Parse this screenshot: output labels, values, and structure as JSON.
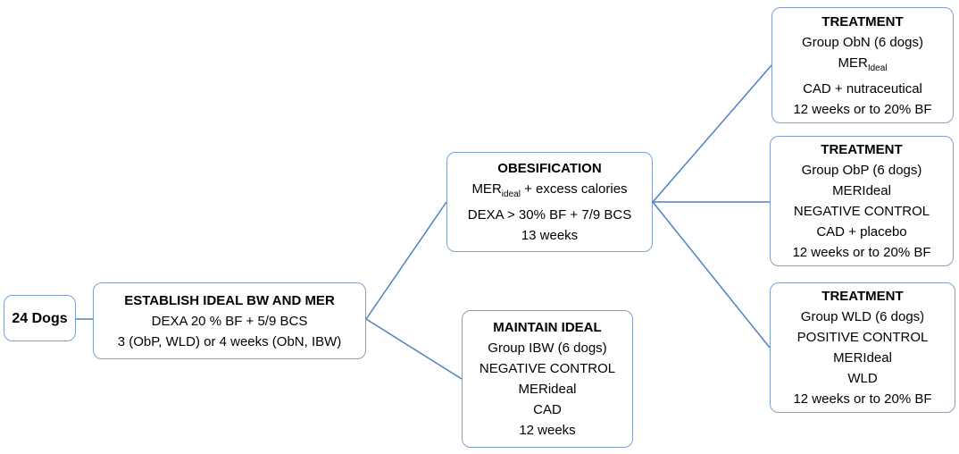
{
  "start": {
    "title": "24 Dogs"
  },
  "establish": {
    "title": "ESTABLISH IDEAL BW AND MER",
    "lines": [
      "DEXA 20 % BF + 5/9 BCS",
      "3 (ObP, WLD) or 4 weeks (ObN, IBW)"
    ]
  },
  "obesification": {
    "title": "OBESIFICATION",
    "mer_main": "MER",
    "mer_sub": "ideal",
    "mer_rest": " + excess calories",
    "lines": [
      "DEXA > 30% BF + 7/9 BCS",
      "13 weeks"
    ]
  },
  "maintain": {
    "title": "MAINTAIN IDEAL",
    "lines": [
      "Group IBW (6 dogs)",
      "NEGATIVE CONTROL",
      "MERideal",
      "CAD",
      "12 weeks"
    ]
  },
  "treatment_obn": {
    "title": "TREATMENT",
    "group": "Group ObN (6 dogs)",
    "mer_main": "MER",
    "mer_sub": "Ideal",
    "lines": [
      "CAD + nutraceutical",
      "12 weeks or to 20% BF"
    ]
  },
  "treatment_obp": {
    "title": "TREATMENT",
    "lines": [
      "Group ObP (6 dogs)",
      "MERIdeal",
      "NEGATIVE CONTROL",
      "CAD + placebo",
      "12 weeks or to 20% BF"
    ]
  },
  "treatment_wld": {
    "title": "TREATMENT",
    "lines": [
      "Group WLD (6 dogs)",
      "POSITIVE CONTROL",
      "MERIdeal",
      "WLD",
      "12 weeks or to 20% BF"
    ]
  },
  "colors": {
    "connector": "#4f81bd",
    "box_border": "#7f9fcc"
  }
}
